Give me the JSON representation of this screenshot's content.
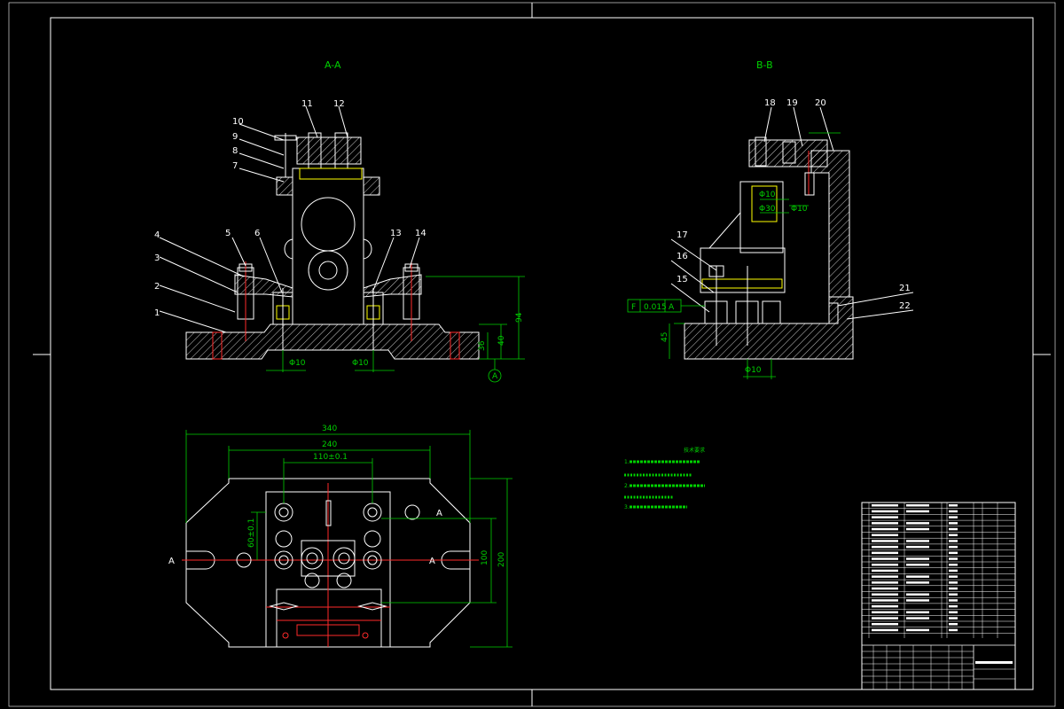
{
  "views": {
    "section_aa": "A-A",
    "section_bb": "B-B"
  },
  "balloons_aa": [
    "1",
    "2",
    "3",
    "4",
    "5",
    "6",
    "7",
    "8",
    "9",
    "10",
    "11",
    "12",
    "13",
    "14"
  ],
  "balloons_bb": [
    "15",
    "16",
    "17",
    "18",
    "19",
    "20",
    "21",
    "22"
  ],
  "dims": {
    "d94": "94",
    "d40": "40",
    "d36": "36",
    "d45": "45",
    "d340": "340",
    "d240": "240",
    "d110": "110±0.1",
    "d200": "200",
    "d100": "100",
    "d60": "60±0.1",
    "d10_1": "Φ10",
    "d10_2": "Φ10",
    "d10_3": "Φ10",
    "d10_4": "Φ10",
    "d10_5": "Φ10",
    "d30": "Φ30",
    "tol_f": "F",
    "tol_val": "0.015",
    "tol_a": "A",
    "datum": "A",
    "sec_a1": "A",
    "sec_a2": "A",
    "sec_a3": "A"
  },
  "notes": {
    "title": "技术要求",
    "lines": [
      "1.",
      "",
      "2.",
      "",
      "3."
    ]
  }
}
